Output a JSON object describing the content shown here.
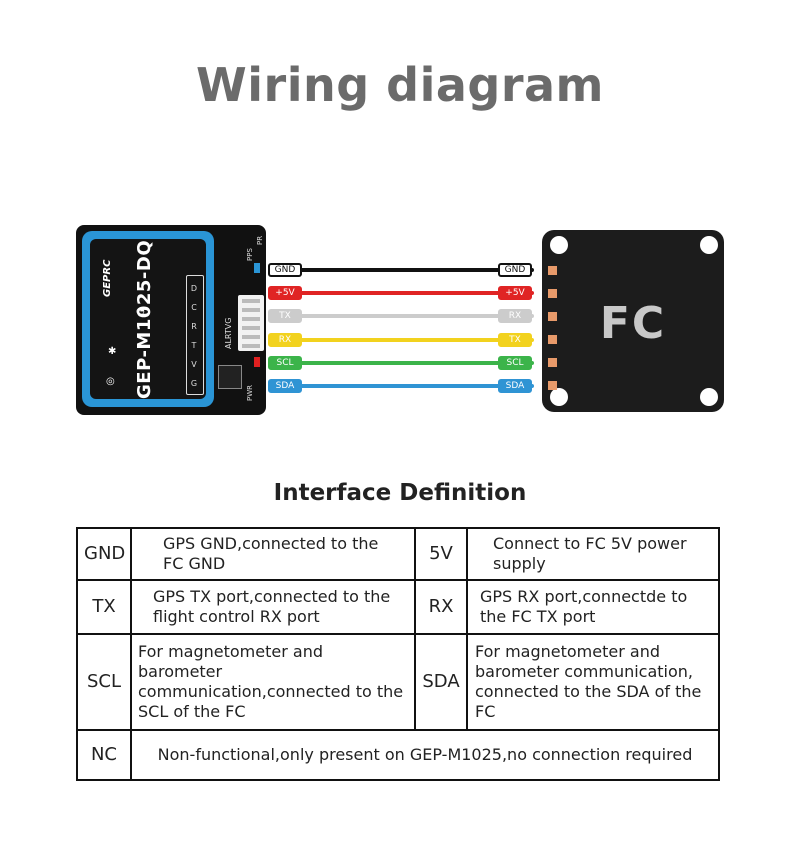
{
  "title": "Wiring diagram",
  "gps_module": {
    "brand": "GEPRC",
    "model": "GEP-M1025-DQ",
    "pin_labels": [
      "D",
      "C",
      "R",
      "T",
      "V",
      "G"
    ],
    "connector_label": "ALRTVG",
    "pps_label": "PPS",
    "pr_label": "PR",
    "pwr_label": "PWR"
  },
  "fc_board": {
    "label": "FC"
  },
  "wires": [
    {
      "label": "GND",
      "color": "#111111",
      "tag_bg": "#ffffff",
      "tag_fg": "#111111",
      "tag_border": "#111111"
    },
    {
      "label": "+5V",
      "color": "#e02424",
      "tag_bg": "#e02424",
      "tag_fg": "#ffffff",
      "tag_border": "#e02424"
    },
    {
      "label": "TX",
      "color": "#cccccc",
      "tag_bg": "#cccccc",
      "tag_fg": "#ffffff",
      "tag_border": "#cccccc"
    },
    {
      "label": "RX",
      "color": "#f2d21e",
      "tag_bg": "#f2d21e",
      "tag_fg": "#ffffff",
      "tag_border": "#f2d21e"
    },
    {
      "label": "SCL",
      "color": "#3cb44a",
      "tag_bg": "#3cb44a",
      "tag_fg": "#ffffff",
      "tag_border": "#3cb44a"
    },
    {
      "label": "SDA",
      "color": "#2f94d4",
      "tag_bg": "#2f94d4",
      "tag_fg": "#ffffff",
      "tag_border": "#2f94d4"
    }
  ],
  "fc_wire_labels": [
    "GND",
    "+5V",
    "RX",
    "TX",
    "SCL",
    "SDA"
  ],
  "interface": {
    "title": "Interface Definition",
    "rows": [
      {
        "pin1": "GND",
        "desc1": "GPS GND,connected to the FC GND",
        "pin2": "5V",
        "desc2": "Connect to FC 5V power supply"
      },
      {
        "pin1": "TX",
        "desc1": "GPS TX port,connected to the flight control RX port",
        "pin2": "RX",
        "desc2": "GPS RX port,connectde to the FC TX port"
      },
      {
        "pin1": "SCL",
        "desc1": "For magnetometer and barometer communication,connected to the SCL of the FC",
        "pin2": "SDA",
        "desc2": "For magnetometer and barometer communication, connected to the SDA of the FC"
      }
    ],
    "nc_row": {
      "pin": "NC",
      "desc": "Non-functional,only present on GEP-M1025,no connection required"
    }
  }
}
